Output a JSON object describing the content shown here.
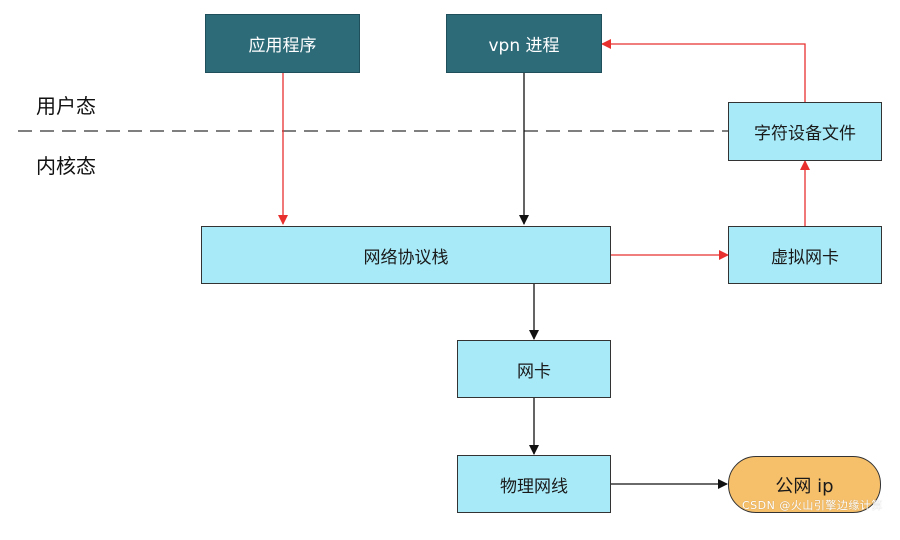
{
  "zones": {
    "user": "用户态",
    "kernel": "内核态"
  },
  "nodes": {
    "app": "应用程序",
    "vpn": "vpn 进程",
    "char_device": "字符设备文件",
    "net_stack": "网络协议栈",
    "vnic": "虚拟网卡",
    "nic": "网卡",
    "cable": "物理网线",
    "public_ip": "公网 ip"
  },
  "watermark": "CSDN @火山引擎边缘计算",
  "colors": {
    "node_fill": "#a8eaf8",
    "dark_node_fill": "#2e6b79",
    "pill_fill": "#f6bf6a",
    "red_link": "#e8302f",
    "black_link": "#111111"
  }
}
